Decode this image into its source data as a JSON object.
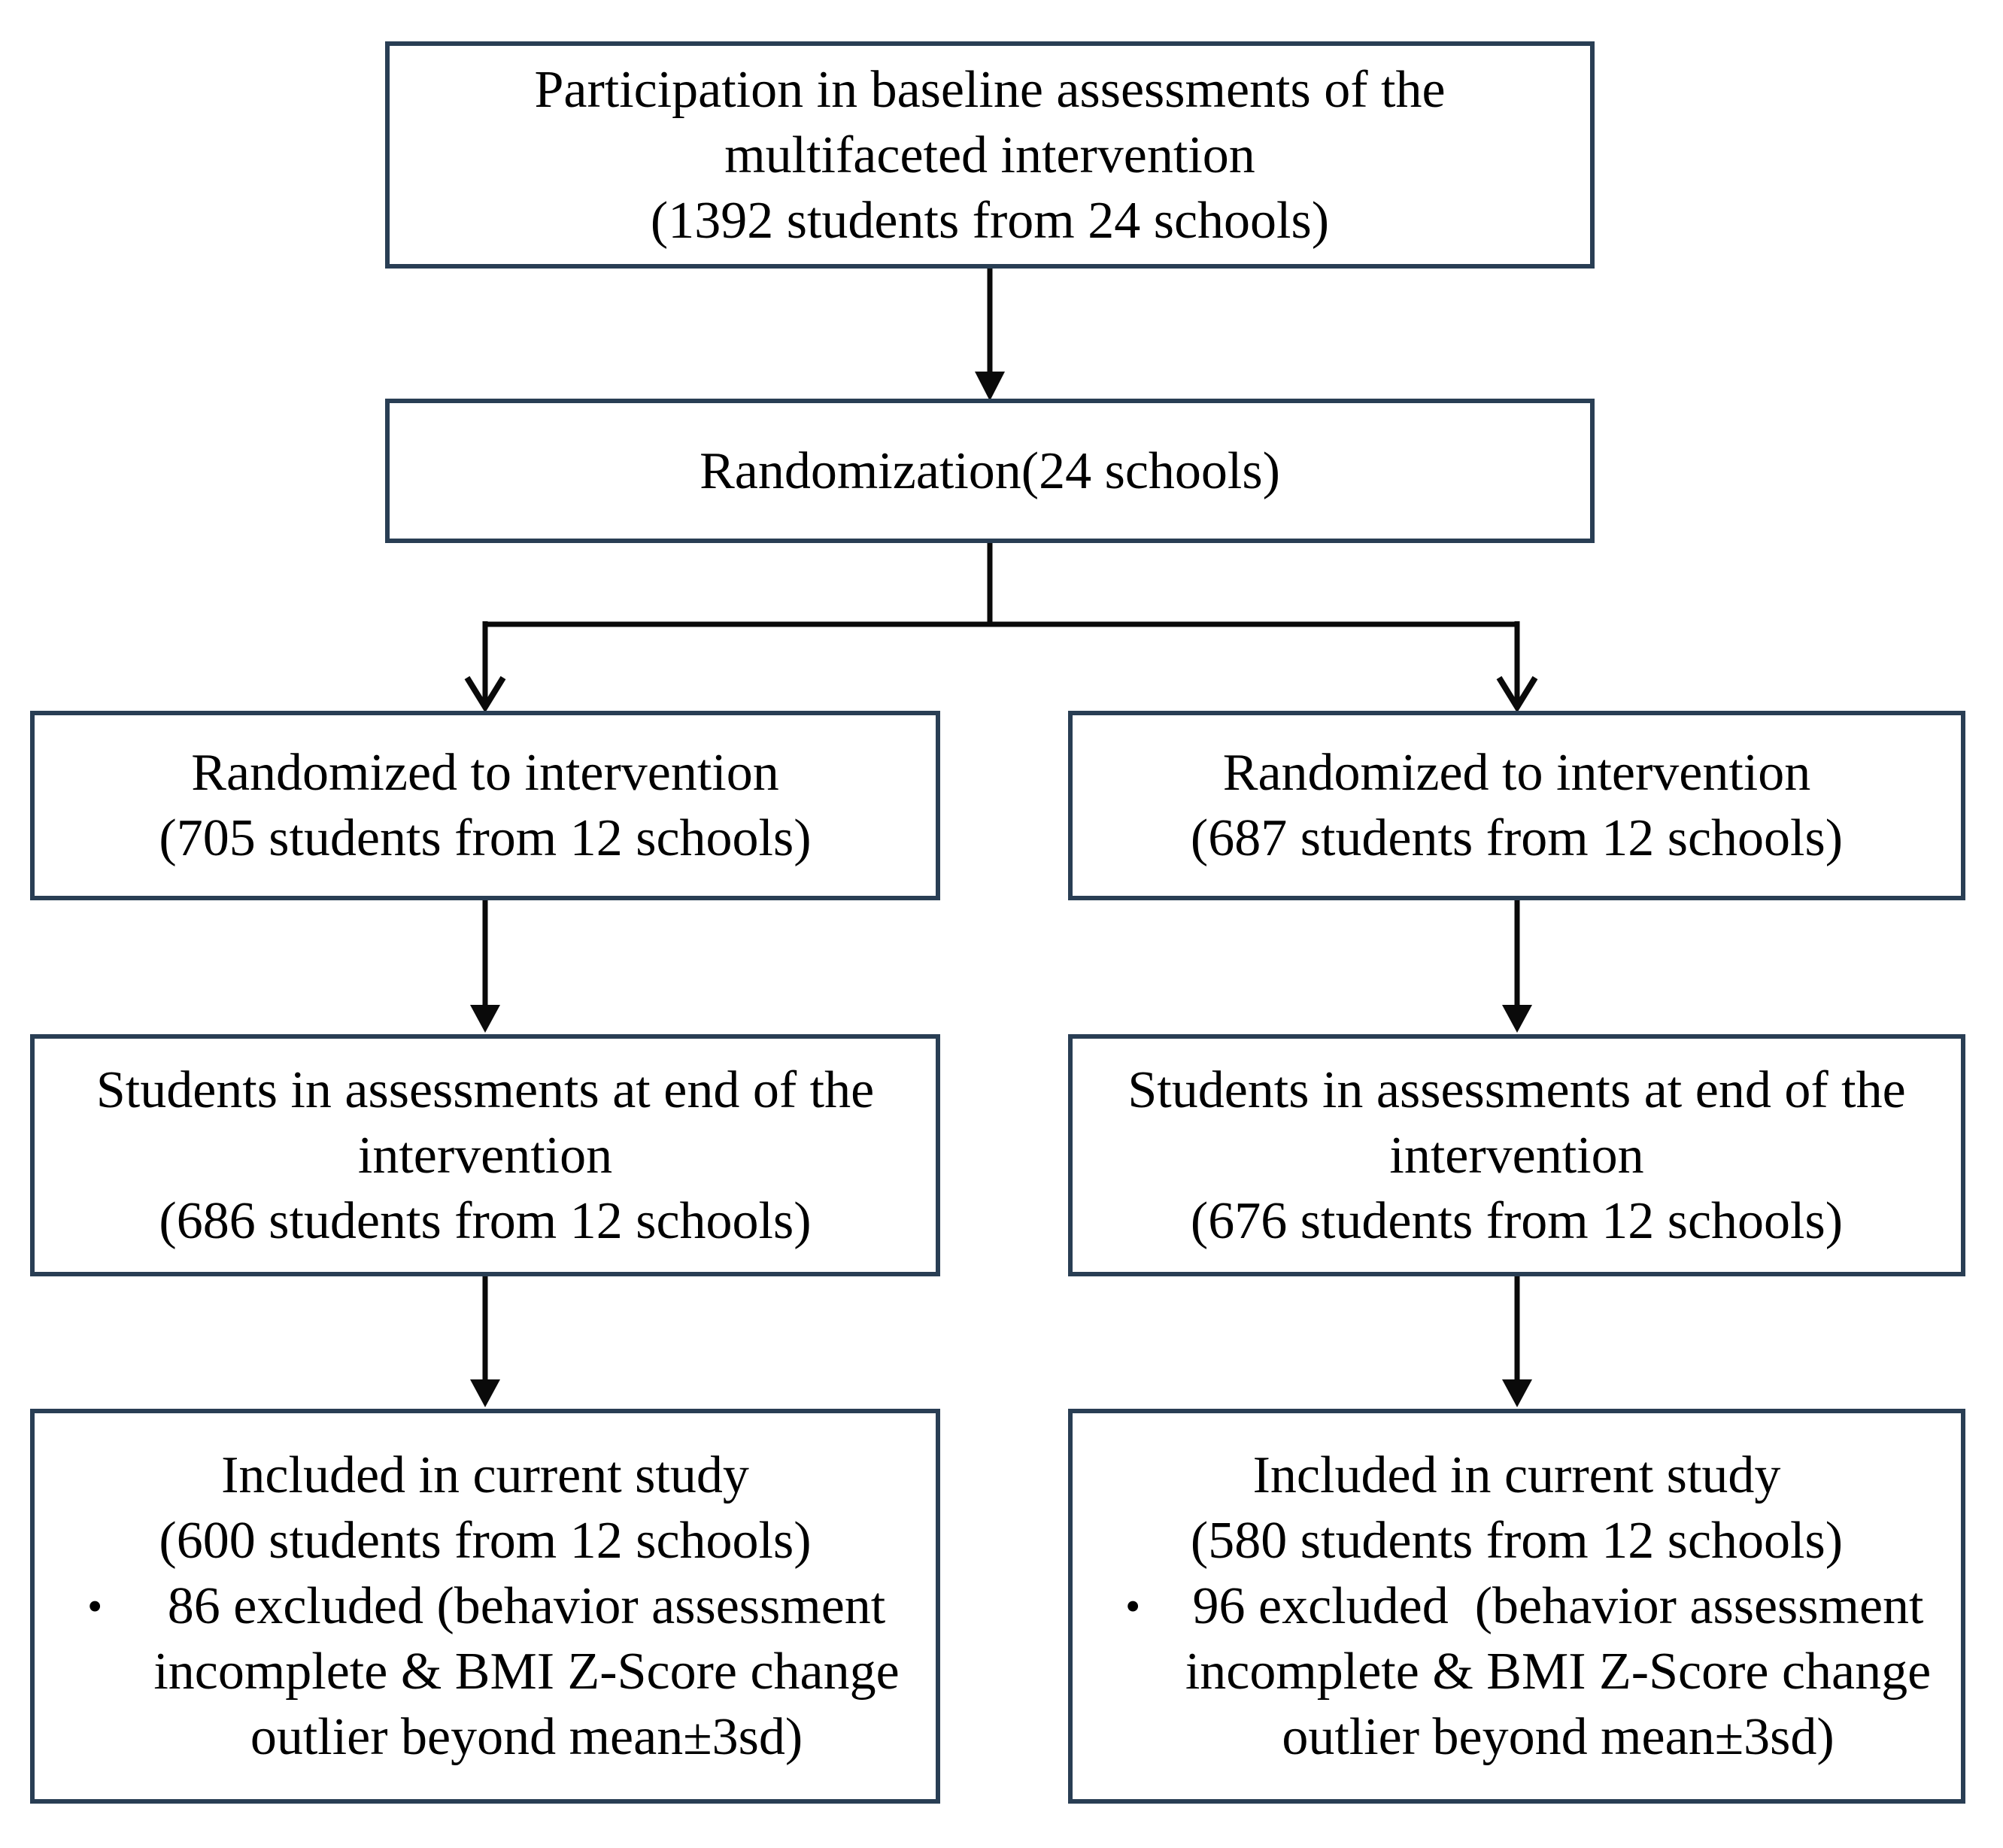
{
  "diagram": {
    "kind": "study-flow-chart",
    "background_color": "#FFFFFF",
    "box_border_color": "#293E54",
    "arrow_color": "#0A0A0A",
    "text_color": "#000000"
  },
  "boxes": {
    "baseline": {
      "line1": "Participation in baseline assessments of the",
      "line2": "multifaceted intervention",
      "line3": "(1392 students from 24 schools)"
    },
    "randomization": {
      "line1": "Randomization(24 schools)"
    },
    "arm_left": {
      "line1": "Randomized to intervention",
      "line2": "(705 students from 12 schools)"
    },
    "arm_right": {
      "line1": "Randomized to intervention",
      "line2": "(687 students from 12 schools)"
    },
    "end_left": {
      "line1": "Students in assessments at end of the",
      "line2": "intervention",
      "line3": "(686 students from 12 schools)"
    },
    "end_right": {
      "line1": "Students in assessments at end of the",
      "line2": "intervention",
      "line3": "(676 students from 12 schools)"
    },
    "included_left": {
      "line1": "Included in current study",
      "line2": "(600 students from 12 schools)",
      "bullet_marker": "•",
      "bullet_line1": "86 excluded (behavior assessment",
      "bullet_line2": "incomplete & BMI Z-Score change",
      "bullet_line3": "outlier beyond mean±3sd)"
    },
    "included_right": {
      "line1": "Included in current study",
      "line2": "(580 students from 12 schools)",
      "bullet_marker": "•",
      "bullet_line1": "96 excluded  (behavior assessment",
      "bullet_line2": "incomplete & BMI Z-Score change",
      "bullet_line3": "outlier beyond mean±3sd)"
    }
  }
}
